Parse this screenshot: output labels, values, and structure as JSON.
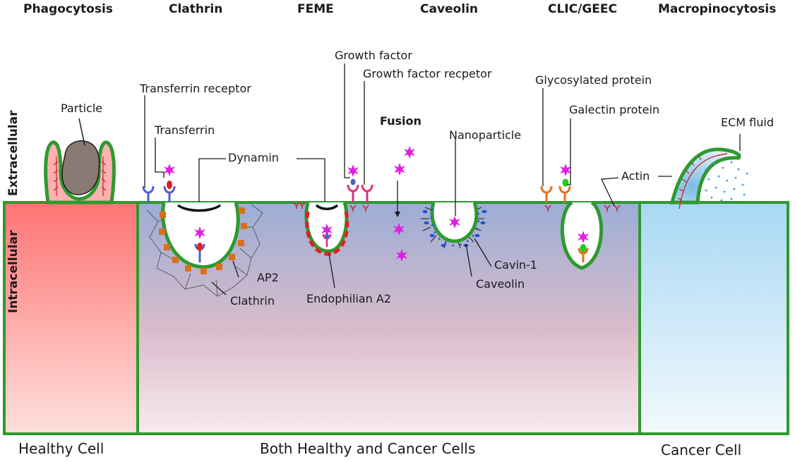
{
  "headers": [
    "Phagocytosis",
    "Clathrin",
    "FEME",
    "Caveolin",
    "CLIC/GEEC",
    "Macropinocytosis"
  ],
  "side_labels": {
    "extracellular": "Extracellular",
    "intracellular": "Intracellular"
  },
  "annotations": {
    "particle": "Particle",
    "transferrin_receptor": "Transferrin receptor",
    "transferrin": "Transferrin",
    "dynamin": "Dynamin",
    "ap2": "AP2",
    "clathrin": "Clathrin",
    "growth_factor": "Growth factor",
    "growth_factor_receptor": "Growth factor recpetor",
    "fusion": "Fusion",
    "endophilian": "Endophilian A2",
    "nanoparticle": "Nanoparticle",
    "cavin": "Cavin-1",
    "caveolin": "Caveolin",
    "glycosylated_protein": "Glycosylated protein",
    "galectin_protein": "Galectin protein",
    "actin": "Actin",
    "ecm_fluid": "ECM fluid"
  },
  "cell_labels": {
    "healthy": "Healthy Cell",
    "both": "Both Healthy and Cancer Cells",
    "cancer": "Cancer Cell"
  },
  "colors": {
    "membrane": "#2e9a2e",
    "healthy_fill": "#ff7f7f",
    "both_fill_top": "#9fb0d6",
    "both_fill_bottom": "#f7e6ea",
    "cancer_fill": "#b4def5",
    "cargo": "#e020e0",
    "receptor_blue": "#4a5fd0",
    "receptor_pink": "#e0307a",
    "ap2": "#d9701b",
    "endophilin": "#e02020",
    "cavin": "#1f4fd0",
    "actin": "#d03030",
    "particle": "#8a7a74"
  }
}
